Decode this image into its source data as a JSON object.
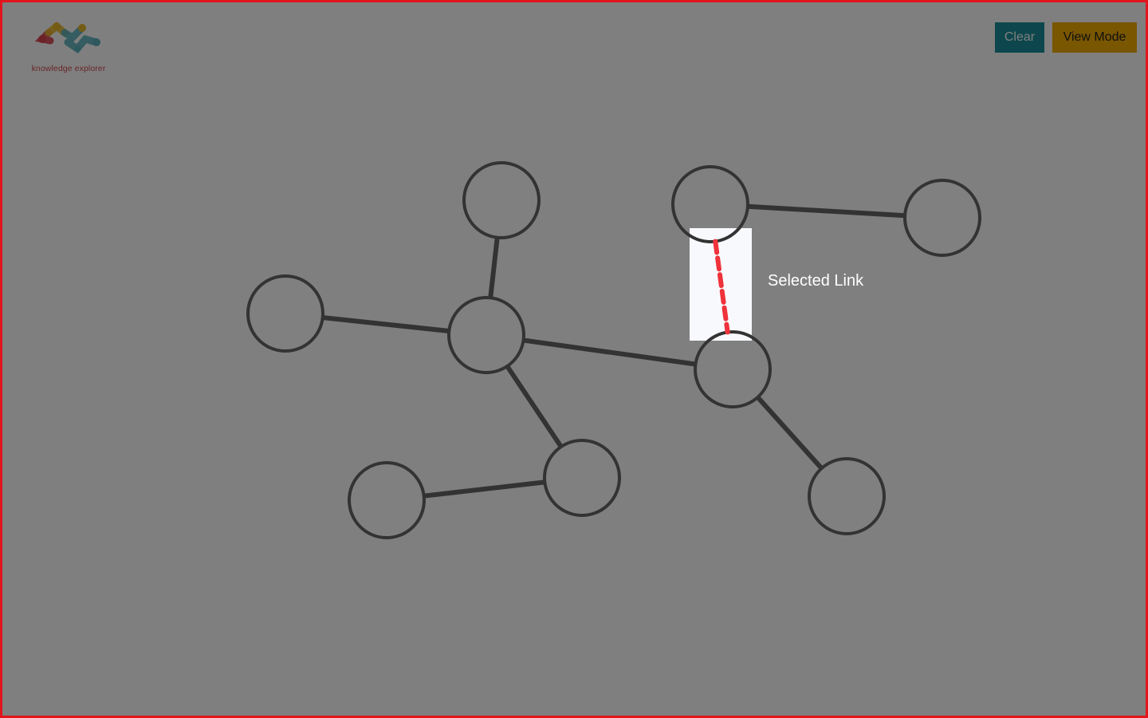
{
  "logo": {
    "text": "knowledge explorer",
    "colors": [
      "#d9424c",
      "#e9b92b",
      "#5ab1bd"
    ]
  },
  "toolbar": {
    "clear_label": "Clear",
    "view_mode_label": "View Mode",
    "clear_color": "#1a8f9a",
    "view_mode_color": "#f2ad00"
  },
  "tutorial": {
    "label": "Selected Link",
    "link_color": "#f0323a"
  },
  "graph": {
    "nodes": [
      {
        "id": "n1"
      },
      {
        "id": "n2"
      },
      {
        "id": "n3"
      },
      {
        "id": "n4"
      },
      {
        "id": "n5"
      },
      {
        "id": "n6"
      },
      {
        "id": "n7"
      },
      {
        "id": "n8"
      },
      {
        "id": "n9"
      },
      {
        "id": "n10"
      }
    ],
    "links": [
      {
        "source": "n1",
        "target": "n3"
      },
      {
        "source": "n2",
        "target": "n3"
      },
      {
        "source": "n3",
        "target": "n6"
      },
      {
        "source": "n3",
        "target": "n7"
      },
      {
        "source": "n8",
        "target": "n7"
      },
      {
        "source": "n4",
        "target": "n5"
      },
      {
        "source": "n4",
        "target": "n6",
        "selected": true
      },
      {
        "source": "n6",
        "target": "n9"
      }
    ]
  }
}
